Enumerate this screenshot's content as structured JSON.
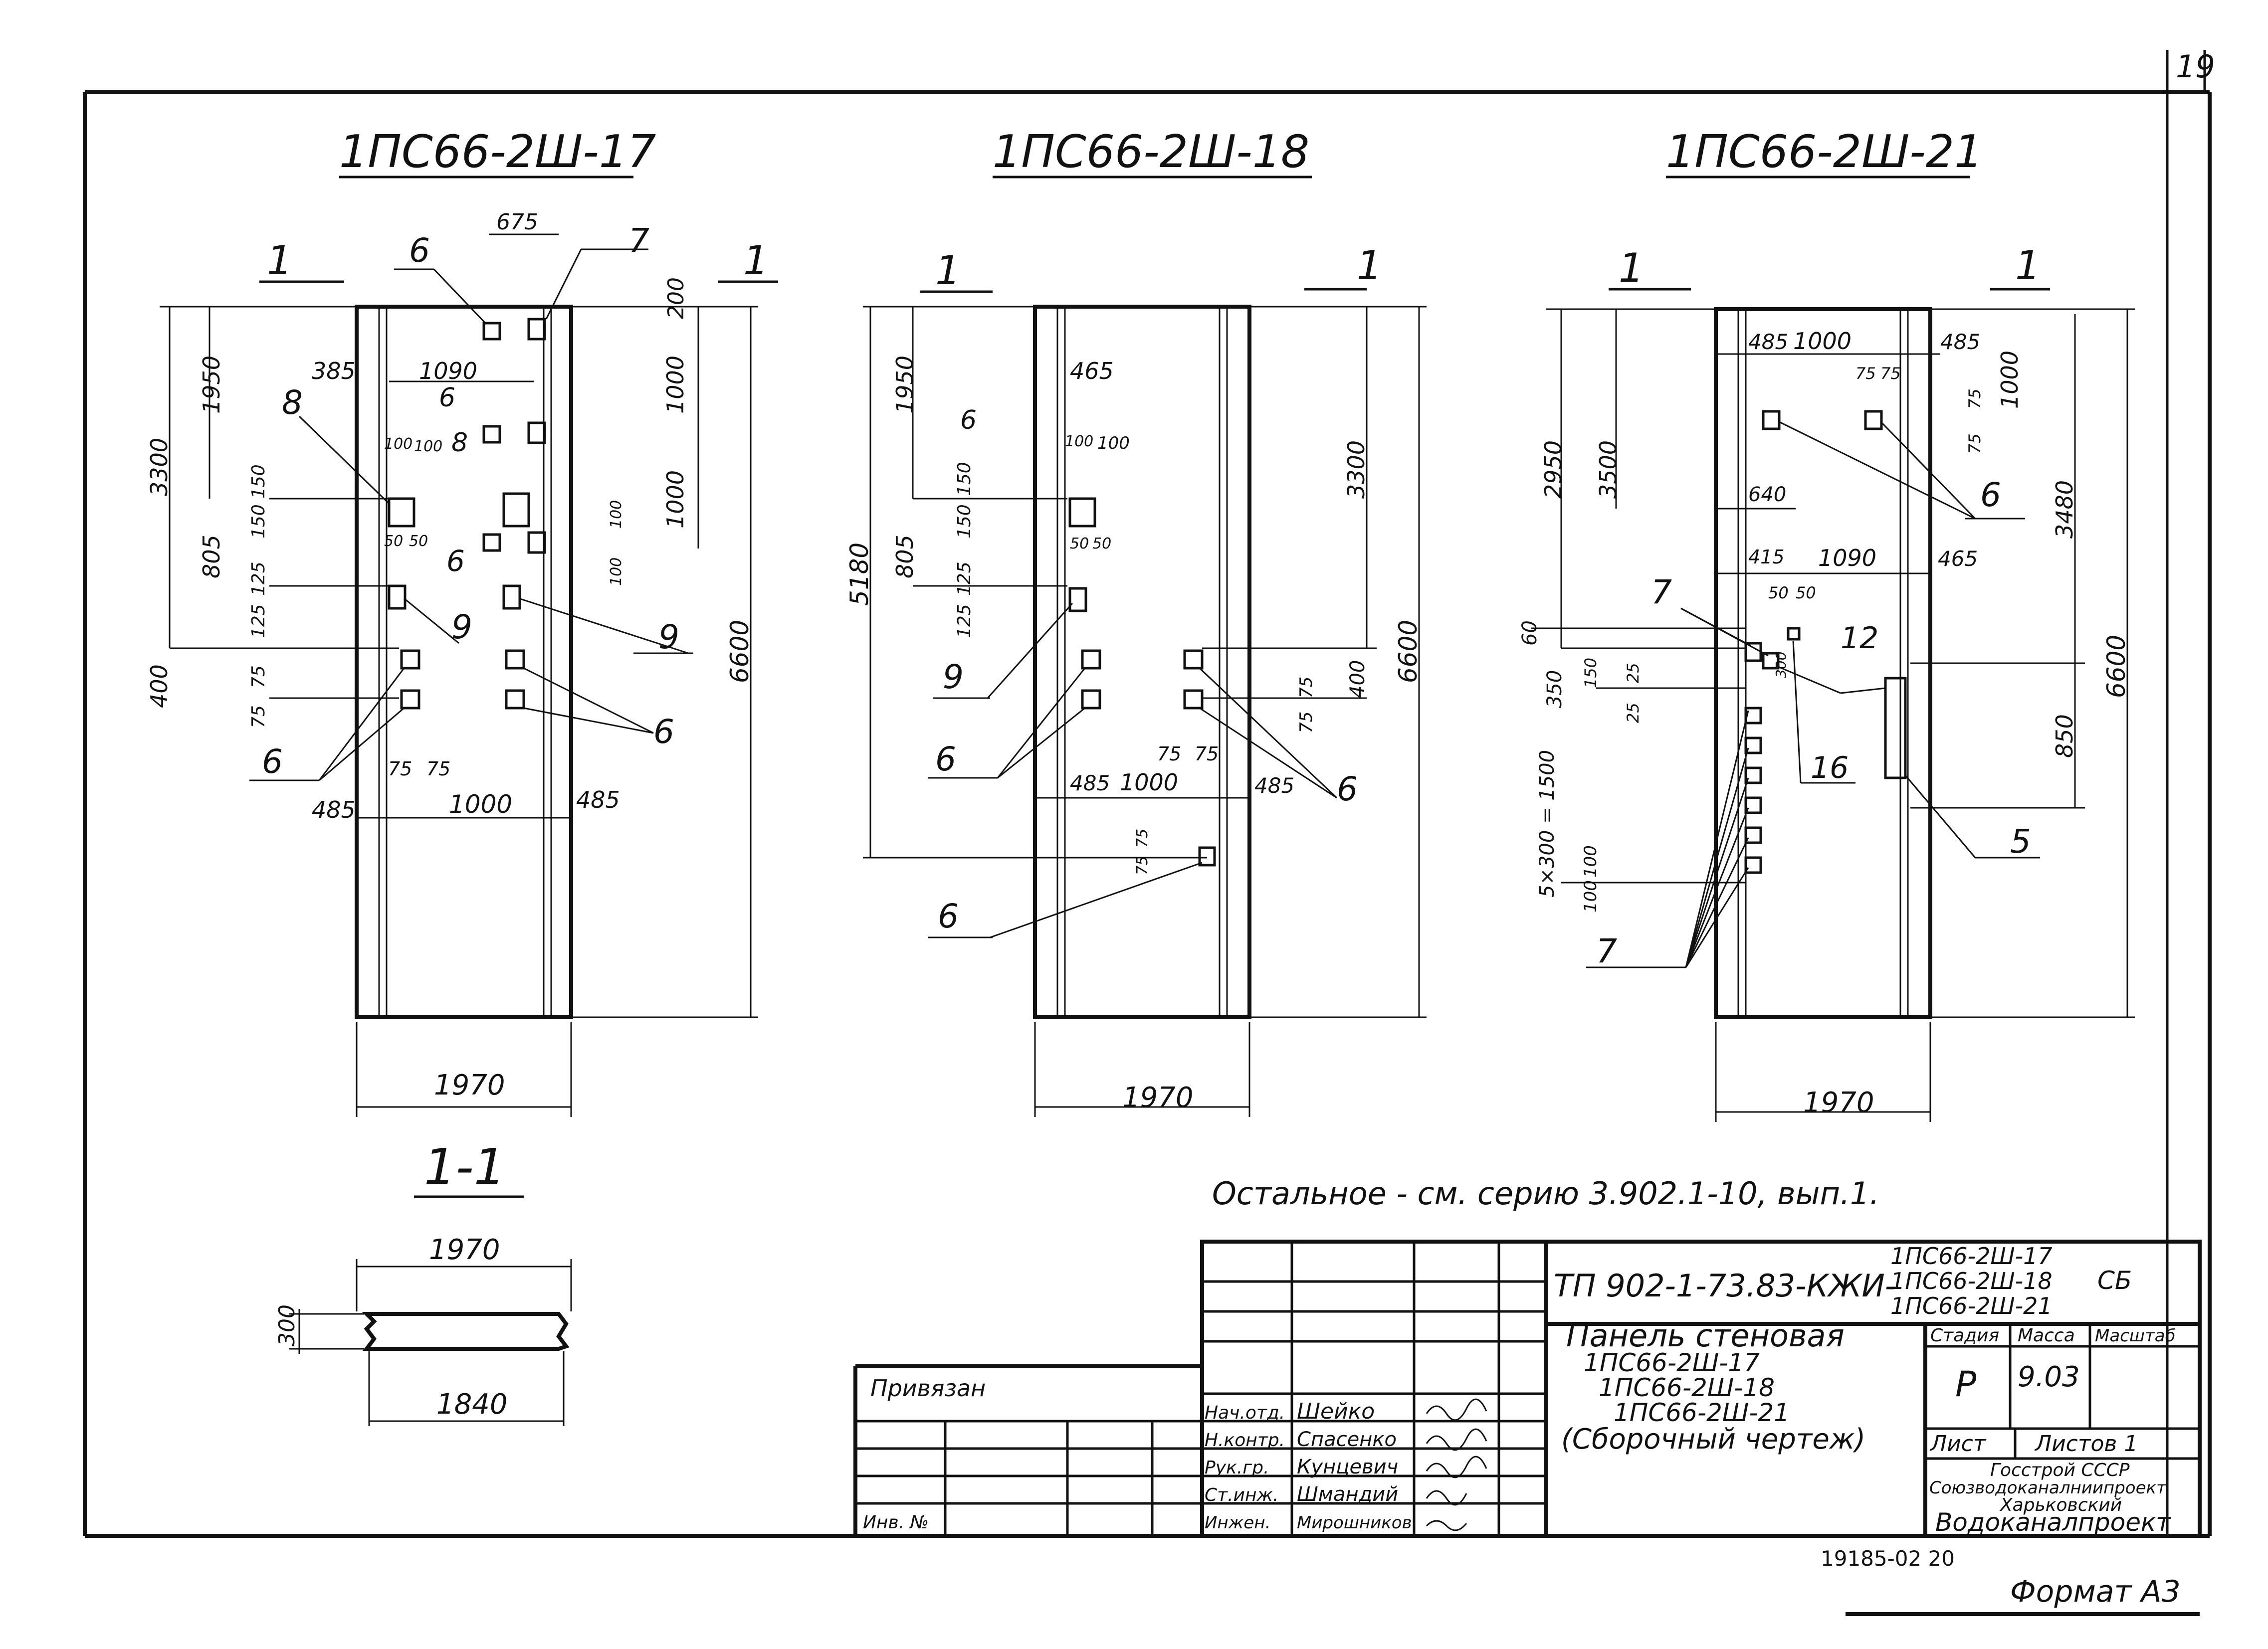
{
  "sheet": {
    "page_number": "19",
    "format": "Формат А3",
    "archive_number": "19185-02  20"
  },
  "note": "Остальное - см. серию 3.902.1-10, вып.1.",
  "panels": [
    {
      "title": "1ПС66-2Ш-17",
      "width_label": "1970",
      "dims": [
        "675",
        "385",
        "1090",
        "1950",
        "3300",
        "805",
        "150",
        "150",
        "125",
        "125",
        "400",
        "75",
        "75",
        "100",
        "100",
        "50",
        "50",
        "100",
        "100",
        "200",
        "1000",
        "1000",
        "6600",
        "485",
        "1000",
        "485",
        "75",
        "75"
      ],
      "callouts": [
        "6",
        "7",
        "8",
        "6",
        "8",
        "6",
        "9",
        "9",
        "6",
        "6"
      ],
      "section_marks": [
        "1",
        "1"
      ]
    },
    {
      "title": "1ПС66-2Ш-18",
      "width_label": "1970",
      "dims": [
        "465",
        "1950",
        "100",
        "100",
        "150",
        "150",
        "805",
        "125",
        "125",
        "5180",
        "50",
        "50",
        "3300",
        "6600",
        "400",
        "75",
        "75",
        "75",
        "75",
        "485",
        "1000",
        "485",
        "75",
        "75"
      ],
      "callouts": [
        "6",
        "9",
        "6",
        "6",
        "6"
      ],
      "section_marks": [
        "1",
        "1"
      ]
    },
    {
      "title": "1ПС66-2Ш-21",
      "width_label": "1970",
      "dims": [
        "485",
        "1000",
        "485",
        "75",
        "75",
        "75",
        "75",
        "1000",
        "2950",
        "3500",
        "640",
        "415",
        "1090",
        "465",
        "50",
        "50",
        "3480",
        "60",
        "150",
        "25",
        "25",
        "300",
        "350",
        "6600",
        "850",
        "5×300 = 1500",
        "100",
        "100"
      ],
      "callouts": [
        "6",
        "7",
        "12",
        "16",
        "5",
        "7"
      ],
      "section_marks": [
        "1",
        "1"
      ]
    }
  ],
  "section": {
    "title": "1-1",
    "top_dim": "1970",
    "bottom_dim": "1840",
    "thickness": "300"
  },
  "title_block": {
    "code": "ТП 902-1-73.83-КЖИ-",
    "codes_list": [
      "1ПС66-2Ш-17",
      "1ПС66-2Ш-18",
      "1ПС66-2Ш-21"
    ],
    "code_suffix": "СБ",
    "name_line1": "Панель стеновая",
    "name_items": [
      "1ПС66-2Ш-17",
      "1ПС66-2Ш-18",
      "1ПС66-2Ш-21"
    ],
    "name_note": "(Сборочный чертеж)",
    "stage_label": "Стадия",
    "mass_label": "Масса",
    "scale_label": "Масштаб",
    "stage_value": "Р",
    "mass_value": "9.03",
    "sheet_label": "Лист",
    "sheets_label": "Листов 1",
    "org_line1": "Госстрой СССР",
    "org_line2": "Союзводоканалниипроект",
    "org_line3": "Харьковский",
    "org_line4": "Водоканалпроект",
    "tied_label": "Привязан",
    "inv_label": "Инв. №",
    "roles": [
      {
        "role": "Нач.отд.",
        "name": "Шейко"
      },
      {
        "role": "Н.контр.",
        "name": "Спасенко"
      },
      {
        "role": "Рук.гр.",
        "name": "Кунцевич"
      },
      {
        "role": "Ст.инж.",
        "name": "Шмандий"
      },
      {
        "role": "Инжен.",
        "name": "Мирошников"
      }
    ]
  }
}
